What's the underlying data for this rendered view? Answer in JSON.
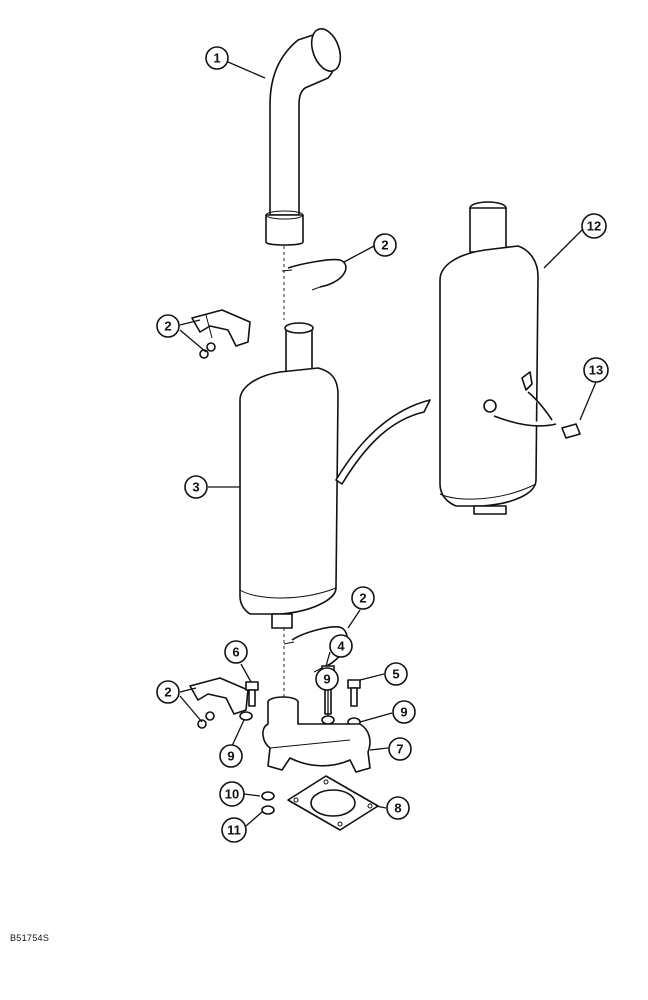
{
  "figure_id": "B51754S",
  "callouts": [
    {
      "id": "c1",
      "label": "1"
    },
    {
      "id": "c2a",
      "label": "2"
    },
    {
      "id": "c2b",
      "label": "2"
    },
    {
      "id": "c3",
      "label": "3"
    },
    {
      "id": "c12",
      "label": "12"
    },
    {
      "id": "c13",
      "label": "13"
    },
    {
      "id": "c2c",
      "label": "2"
    },
    {
      "id": "c6",
      "label": "6"
    },
    {
      "id": "c4",
      "label": "4"
    },
    {
      "id": "c5",
      "label": "5"
    },
    {
      "id": "c9a",
      "label": "9"
    },
    {
      "id": "c9b",
      "label": "9"
    },
    {
      "id": "c2d",
      "label": "2"
    },
    {
      "id": "c9c",
      "label": "9"
    },
    {
      "id": "c7",
      "label": "7"
    },
    {
      "id": "c10",
      "label": "10"
    },
    {
      "id": "c8",
      "label": "8"
    },
    {
      "id": "c11",
      "label": "11"
    }
  ],
  "icons": {
    "exhaust_pipe": "exhaust-pipe-icon",
    "muffler": "muffler-icon",
    "muffler_alt": "muffler-alt-icon",
    "u_clamp": "u-clamp-icon",
    "clamp_bracket": "clamp-bracket-icon",
    "elbow": "exhaust-elbow-icon",
    "gasket": "gasket-icon",
    "bolt": "bolt-icon",
    "nut": "nut-icon",
    "washer": "washer-icon",
    "plug": "drain-plug-icon"
  }
}
